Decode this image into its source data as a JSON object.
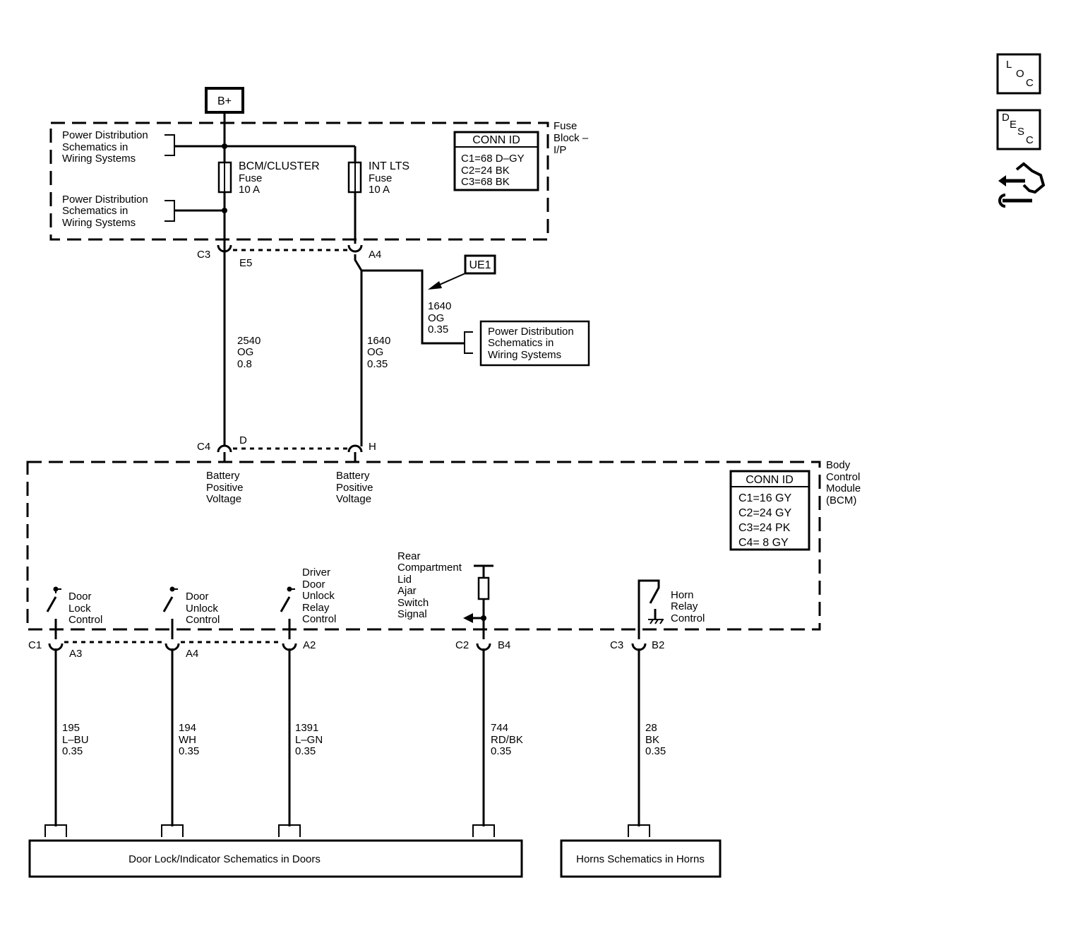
{
  "b_plus": "B+",
  "fuse_block": {
    "name": [
      "Fuse",
      "Block –",
      "I/P"
    ],
    "power_dist_1": [
      "Power Distribution",
      "Schematics in",
      "Wiring Systems"
    ],
    "power_dist_2": [
      "Power Distribution",
      "Schematics in",
      "Wiring Systems"
    ],
    "fuse_bcm": [
      "BCM/CLUSTER",
      "Fuse",
      "10 A"
    ],
    "fuse_int": [
      "INT LTS",
      "Fuse",
      "10 A"
    ],
    "conn_id": {
      "title": "CONN ID",
      "lines": [
        "C1=68 D–GY",
        "C2=24 BK",
        "C3=68 BK"
      ]
    }
  },
  "connectors_top": {
    "c3": "C3",
    "e5": "E5",
    "a4": "A4"
  },
  "ue1": "UE1",
  "wires_upper": {
    "w2540": [
      "2540",
      "OG",
      "0.8"
    ],
    "w1640": [
      "1640",
      "OG",
      "0.35"
    ],
    "w1640b": [
      "1640",
      "OG",
      "0.35"
    ]
  },
  "power_dist_3": [
    "Power Distribution",
    "Schematics in",
    "Wiring Systems"
  ],
  "connectors_c4": {
    "c4": "C4",
    "d": "D",
    "h": "H"
  },
  "bcm": {
    "name": [
      "Body",
      "Control",
      "Module",
      "(BCM)"
    ],
    "conn_id": {
      "title": "CONN ID",
      "lines": [
        "C1=16 GY",
        "C2=24 GY",
        "C3=24 PK",
        "C4=  8 GY"
      ]
    },
    "bpv1": [
      "Battery",
      "Positive",
      "Voltage"
    ],
    "bpv2": [
      "Battery",
      "Positive",
      "Voltage"
    ],
    "door_lock": [
      "Door",
      "Lock",
      "Control"
    ],
    "door_unlock": [
      "Door",
      "Unlock",
      "Control"
    ],
    "driver_unlock": [
      "Driver",
      "Door",
      "Unlock",
      "Relay",
      "Control"
    ],
    "rear_lid": [
      "Rear",
      "Compartment",
      "Lid",
      "Ajar",
      "Switch",
      "Signal"
    ],
    "horn": [
      "Horn",
      "Relay",
      "Control"
    ]
  },
  "connectors_bottom": {
    "c1": "C1",
    "a3": "A3",
    "a4": "A4",
    "a2": "A2",
    "c2": "C2",
    "b4": "B4",
    "c3": "C3",
    "b2": "B2"
  },
  "wires_lower": {
    "w195": [
      "195",
      "L–BU",
      "0.35"
    ],
    "w194": [
      "194",
      "WH",
      "0.35"
    ],
    "w1391": [
      "1391",
      "L–GN",
      "0.35"
    ],
    "w744": [
      "744",
      "RD/BK",
      "0.35"
    ],
    "w28": [
      "28",
      "BK",
      "0.35"
    ]
  },
  "bottom_boxes": {
    "door": "Door Lock/Indicator Schematics in Doors",
    "horns": "Horns Schematics in Horns"
  },
  "icons": {
    "loc": [
      "L",
      "O",
      "C"
    ],
    "desc": [
      "D",
      "E",
      "S",
      "C"
    ]
  }
}
